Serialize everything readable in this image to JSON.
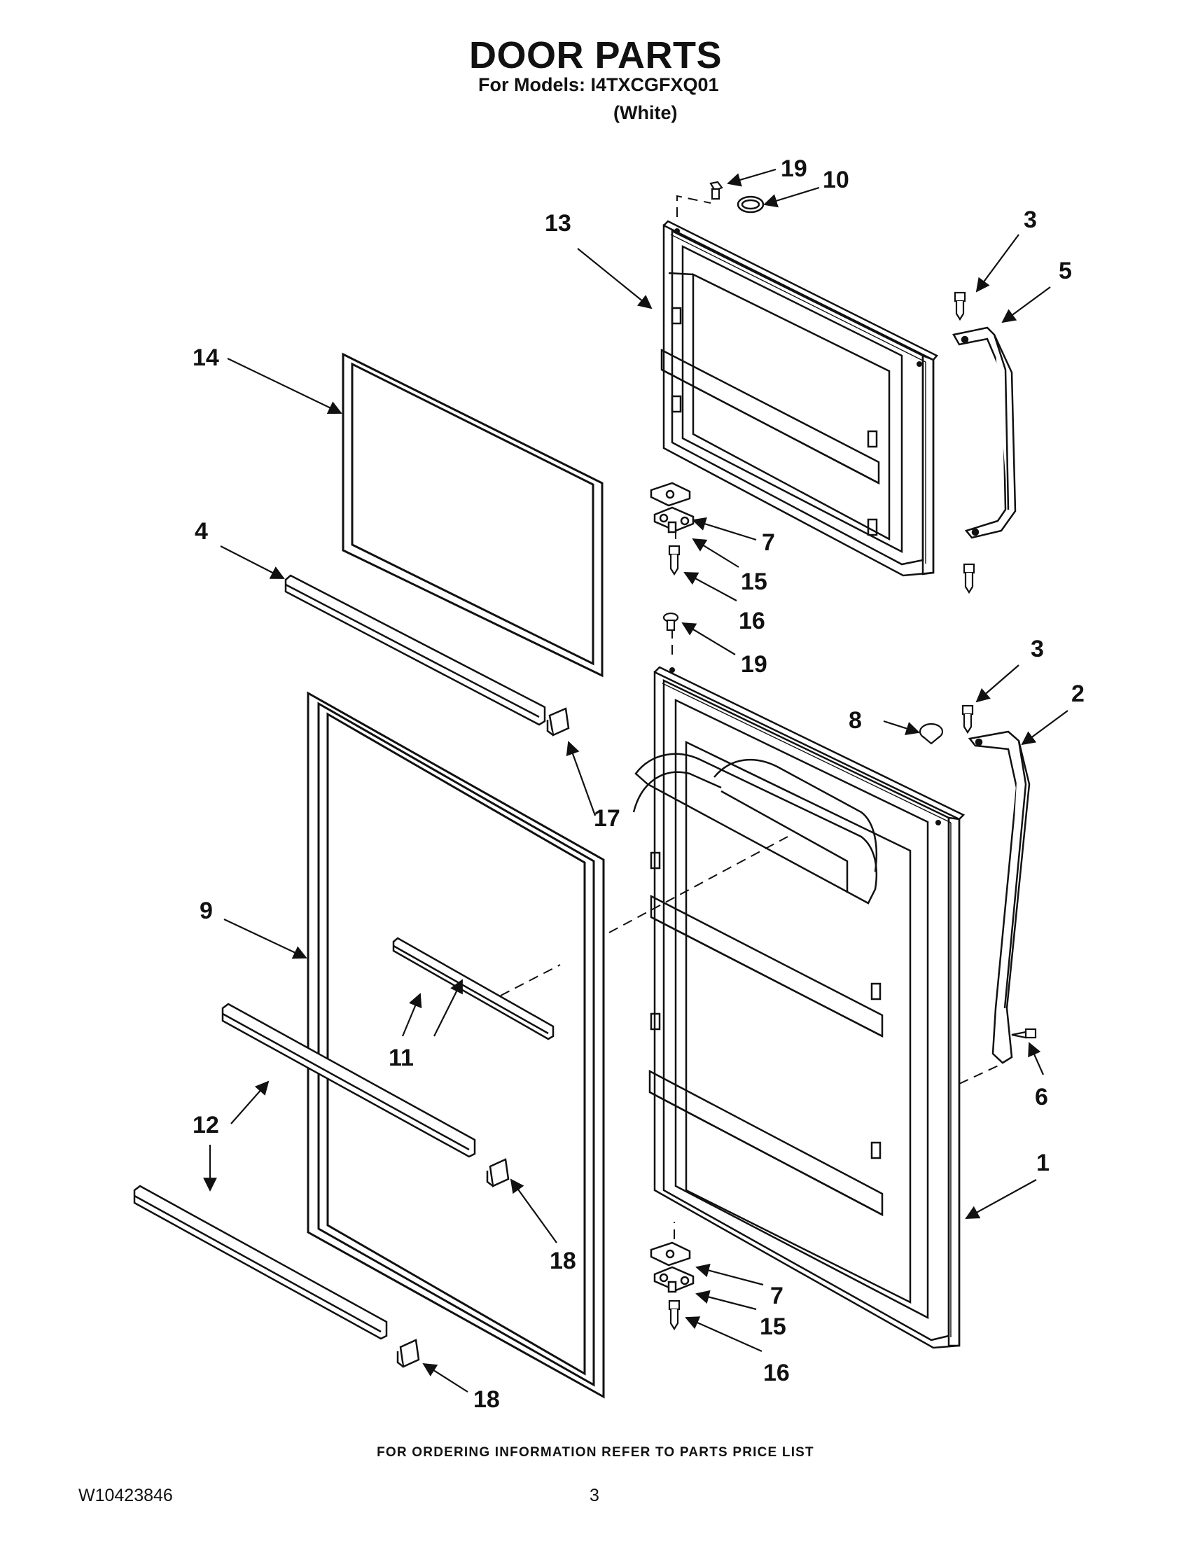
{
  "header": {
    "title": "DOOR PARTS",
    "models_line": "For Models: I4TXCGFXQ01",
    "variant": "(White)"
  },
  "callouts": [
    "19",
    "10",
    "13",
    "3",
    "5",
    "14",
    "4",
    "7",
    "15",
    "16",
    "19",
    "3",
    "2",
    "8",
    "17",
    "9",
    "11",
    "12",
    "6",
    "1",
    "18",
    "7",
    "15",
    "16",
    "18"
  ],
  "footer": {
    "ordering_note": "FOR ORDERING INFORMATION REFER TO PARTS PRICE LIST",
    "document_number": "W10423846",
    "page_number": "3"
  }
}
